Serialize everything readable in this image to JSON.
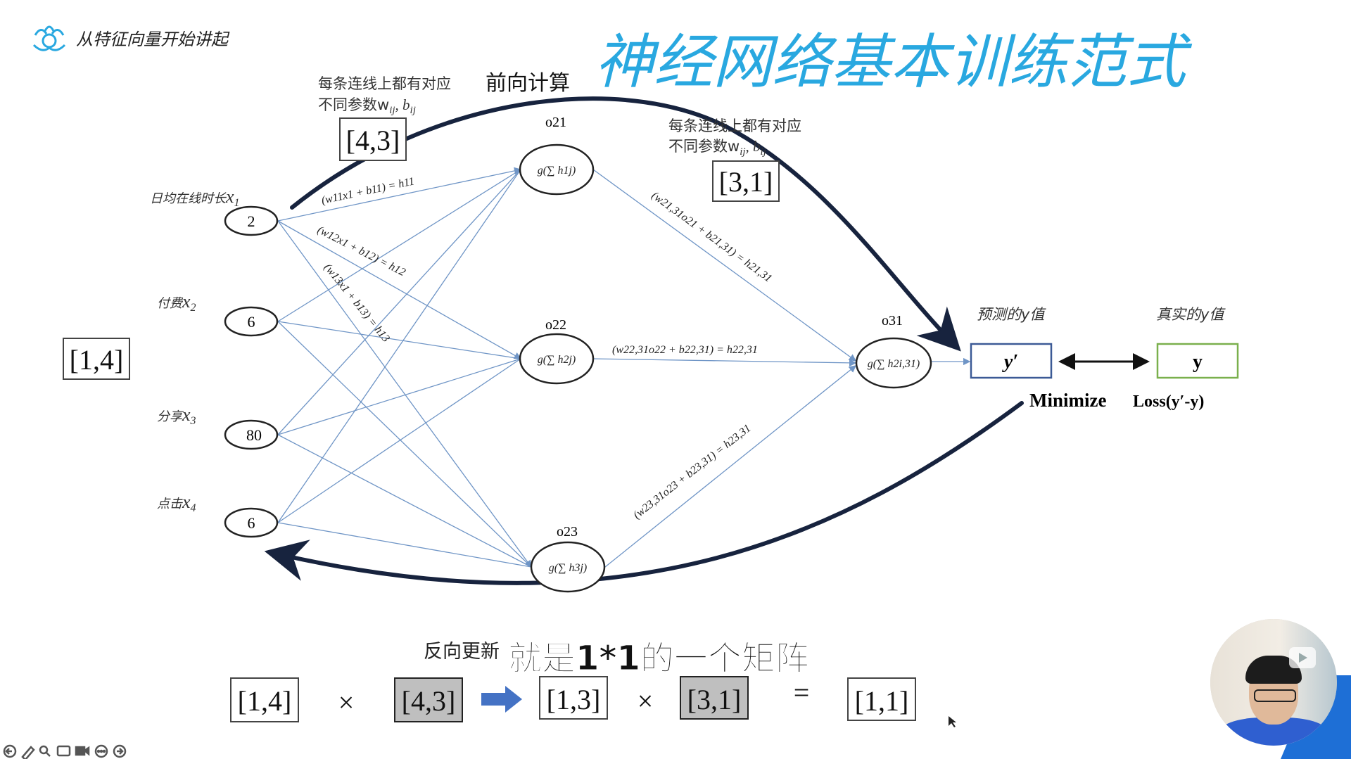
{
  "header": {
    "logo_icon": "flower-logo-icon",
    "course_title": "从特征向量开始讲起"
  },
  "slide": {
    "title": "神经网络基本训练范式",
    "forward_label": "前向计算",
    "edge_note_left_1": "每条连线上都有对应",
    "edge_note_left_2": "不同参数w",
    "edge_note_right_1": "每条连线上都有对应",
    "edge_note_right_2": "不同参数w",
    "param_sub": "ij",
    "param_b": ", b",
    "input_matrix": "[1,4]",
    "weights_1_matrix": "[4,3]",
    "weights_2_matrix": "[3,1]",
    "inputs": [
      {
        "label": "日均在线时长",
        "var": "x",
        "sub": "1",
        "value": "2"
      },
      {
        "label": "付费",
        "var": "x",
        "sub": "2",
        "value": "6"
      },
      {
        "label": "分享",
        "var": "x",
        "sub": "3",
        "value": "80"
      },
      {
        "label": "点击",
        "var": "x",
        "sub": "4",
        "value": "6"
      }
    ],
    "hidden": [
      {
        "name": "o21",
        "fn": "g(∑ h1j)"
      },
      {
        "name": "o22",
        "fn": "g(∑ h2j)"
      },
      {
        "name": "o23",
        "fn": "g(∑ h3j)"
      }
    ],
    "output": {
      "name": "o31",
      "fn": "g(∑ h2i,31)"
    },
    "edge_formulas": [
      "(w11x1 + b11) = h11",
      "(w12x1 + b12) = h12",
      "(w13x1 + b13) = h13",
      "(w21,31o21 + b21,31) = h21,31",
      "(w22,31o22 + b22,31) = h22,31",
      "(w23,31o23 + b23,31) = h23,31"
    ],
    "pred_label": "预测的y值",
    "true_label": "真实的y值",
    "pred_box": "y′",
    "true_box": "y",
    "minimize": "Minimize",
    "loss": "Loss(y′-y)",
    "backward_label": "反向更新",
    "subtitle": "就是1*1的一个矩阵",
    "equation": {
      "m1": "[1,4]",
      "op1": "×",
      "m2": "[4,3]",
      "m3": "[1,3]",
      "op2": "×",
      "m4": "[3,1]",
      "eq": "=",
      "m5": "[1,1]"
    }
  },
  "controls": [
    "prev-icon",
    "pen-icon",
    "zoom-icon",
    "cc-icon",
    "camera-icon",
    "more-icon",
    "next-icon"
  ],
  "colors": {
    "title": "#29a8e0",
    "edge": "#6f95c6",
    "arrow": "#17233e",
    "pred_border": "#3c5a96",
    "true_border": "#7ab04d",
    "blue_arrow": "#4472c4",
    "shaded": "#bfbfbf"
  }
}
